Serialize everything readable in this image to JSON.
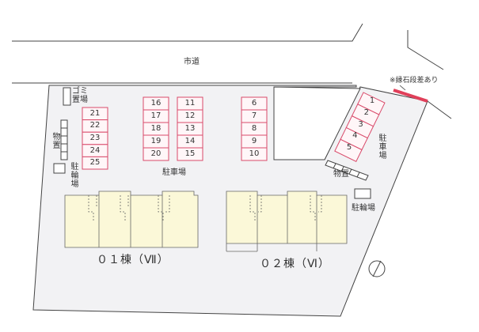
{
  "road_label": "市道",
  "curb_note": "※縁石段差あり",
  "garbage_label": "ゴミ置場",
  "storage_label": "物置",
  "bike_label_left": "駐輪場",
  "bike_label_right": "駐輪場",
  "parking_label_center": "駐車場",
  "parking_label_right": "駐車場",
  "storage_label_right": "物置",
  "building_01": "０１棟（Ⅶ）",
  "building_02": "０２棟（Ⅵ）",
  "north_label": "N",
  "parking_left": [
    "21",
    "22",
    "23",
    "24",
    "25"
  ],
  "parking_col1": [
    "16",
    "17",
    "18",
    "19",
    "20"
  ],
  "parking_col2": [
    "11",
    "12",
    "13",
    "14",
    "15"
  ],
  "parking_col3": [
    "6",
    "7",
    "8",
    "9",
    "10"
  ],
  "parking_diag": [
    "1",
    "2",
    "3",
    "4",
    "5"
  ],
  "colors": {
    "site_fill": "#f2f2f4",
    "line": "#444444",
    "parking_stroke": "#d94a6a",
    "parking_fill": "#fff6f8",
    "building_fill": "#fbf8d8",
    "curb_red": "#e0405a"
  }
}
